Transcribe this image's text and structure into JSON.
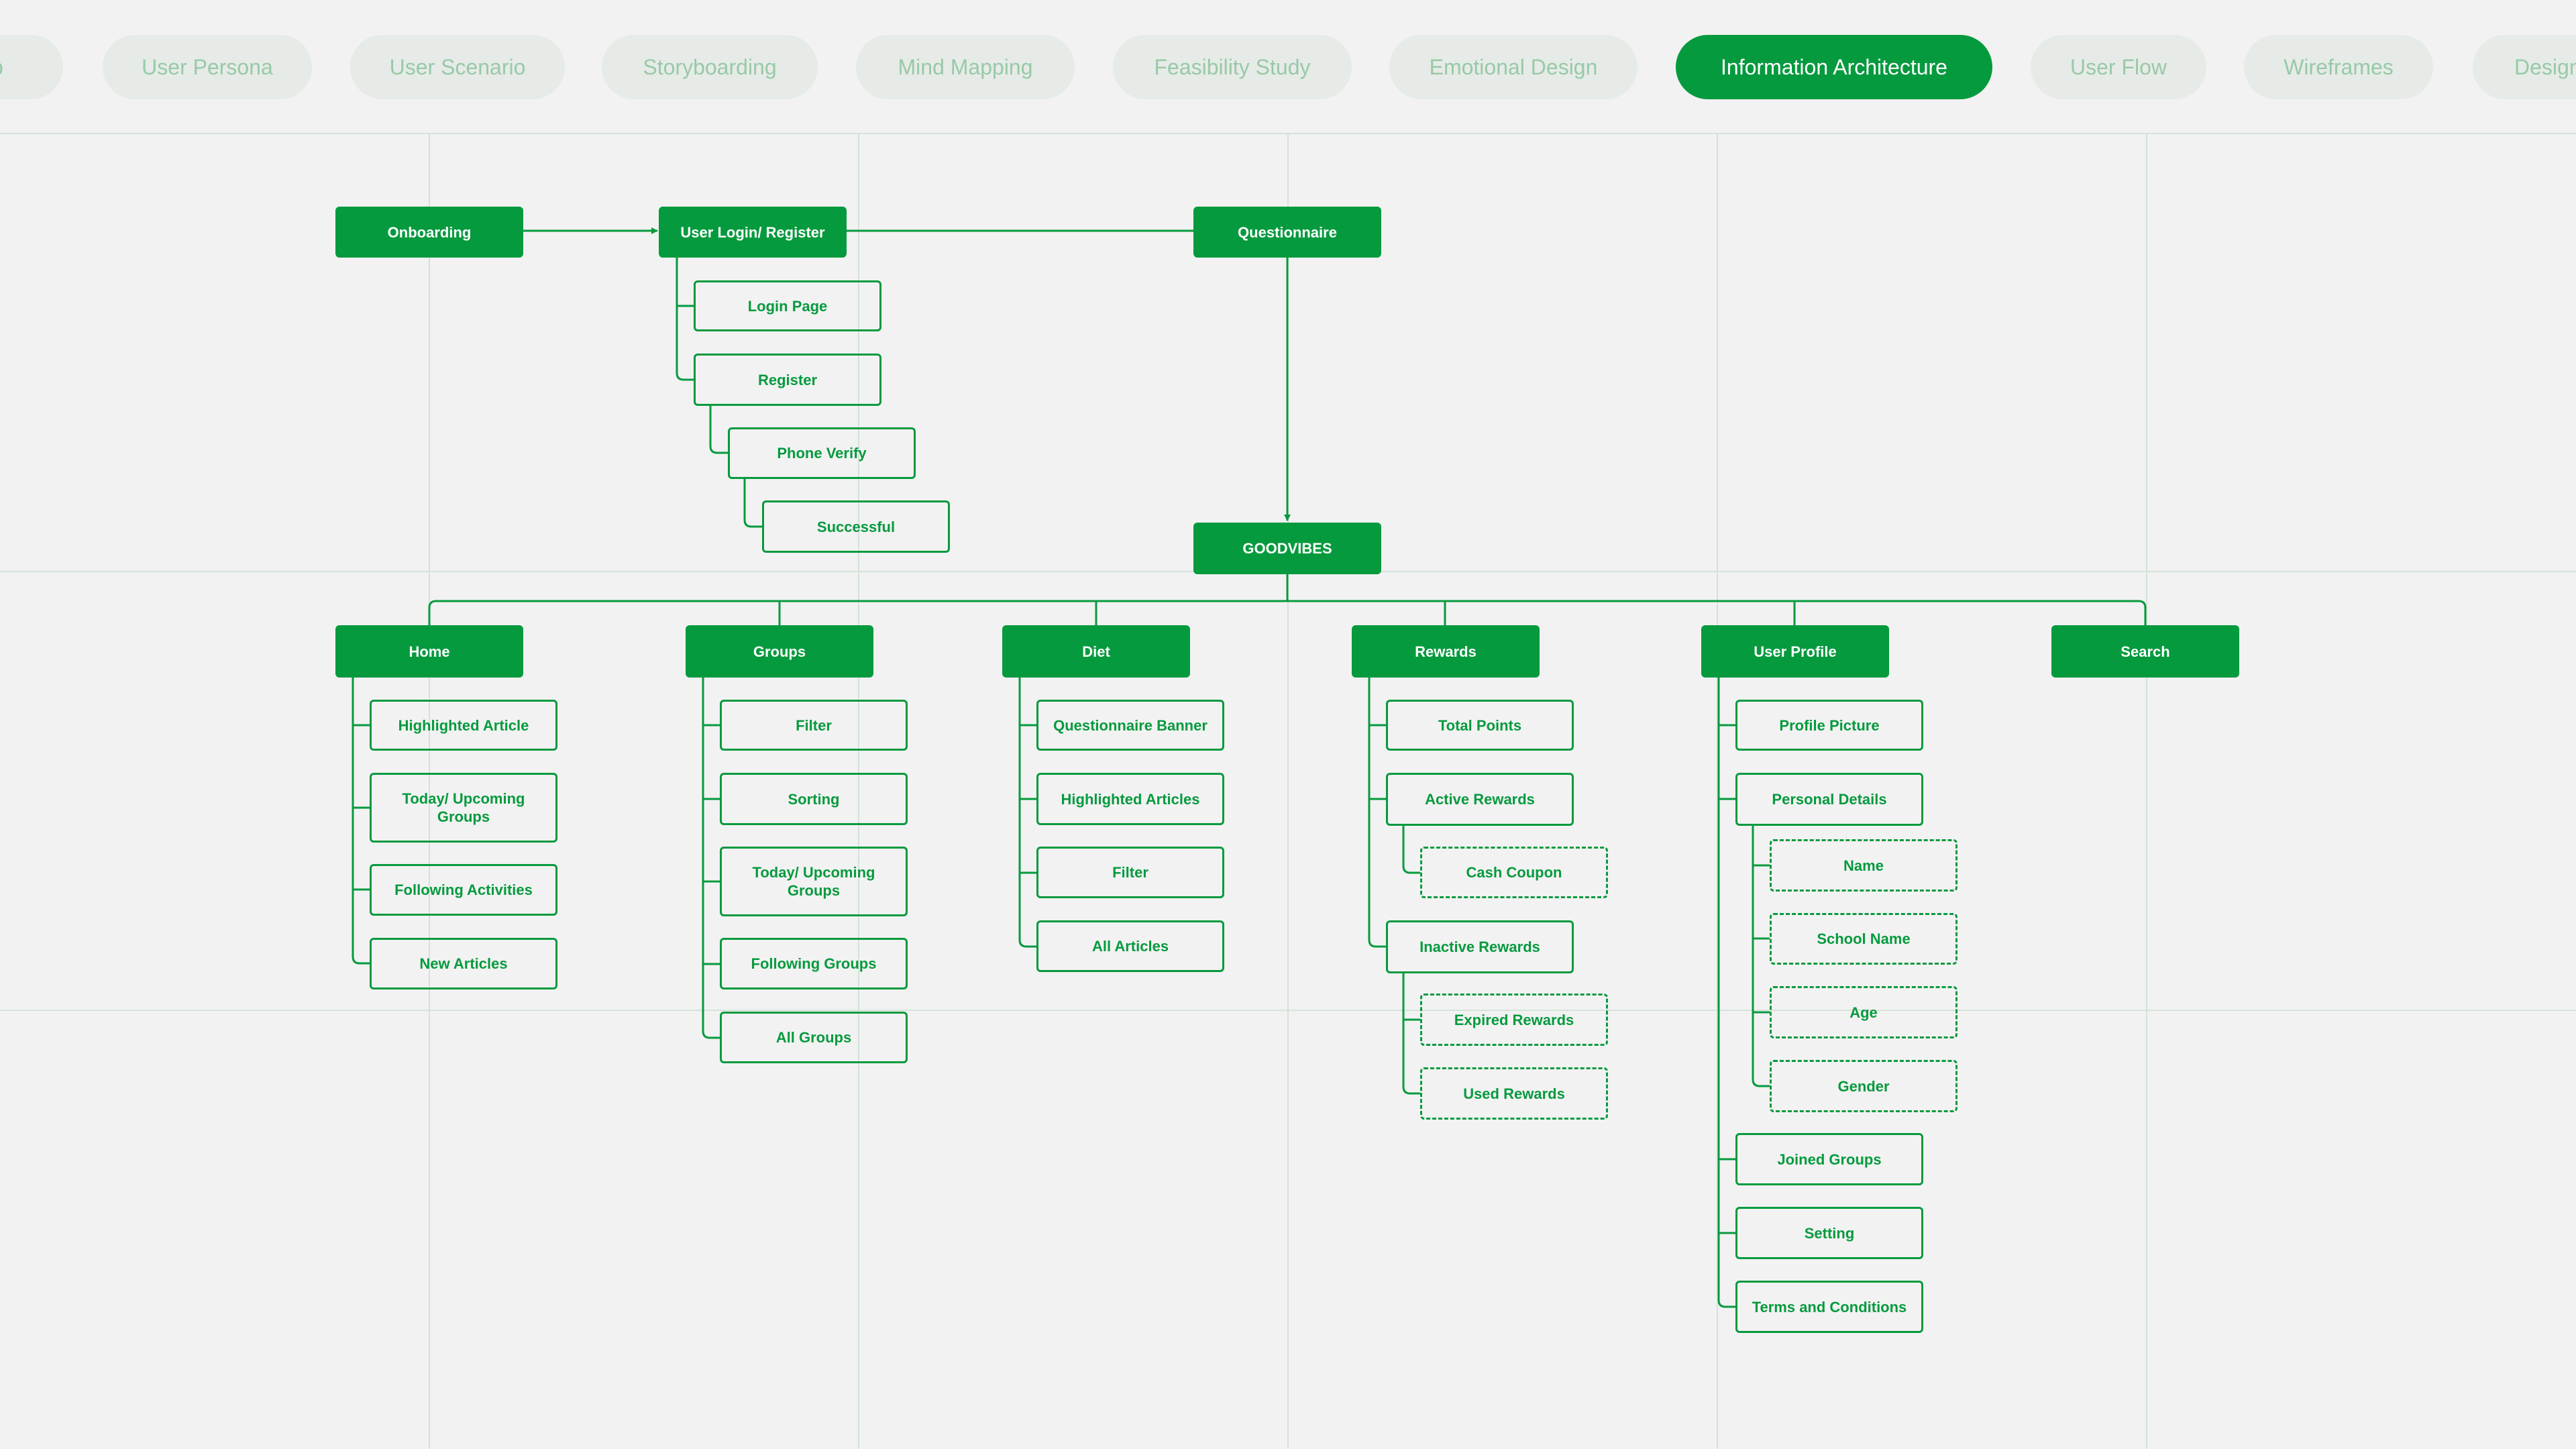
{
  "tabs": [
    {
      "label": "ap"
    },
    {
      "label": "User Persona"
    },
    {
      "label": "User Scenario"
    },
    {
      "label": "Storyboarding"
    },
    {
      "label": "Mind Mapping"
    },
    {
      "label": "Feasibility Study"
    },
    {
      "label": "Emotional Design"
    },
    {
      "label": "Information Architecture",
      "active": true
    },
    {
      "label": "User Flow"
    },
    {
      "label": "Wireframes"
    },
    {
      "label": "Design"
    }
  ],
  "colors": {
    "accent": "#069a3e",
    "background": "#f2f2f2",
    "tab_inactive_bg": "#e6ebe7",
    "tab_inactive_text": "#98c9a7",
    "gridline": "#d4e3d8"
  },
  "diagram": {
    "onboarding": "Onboarding",
    "login_register": {
      "label": "User Login/ Register",
      "login_page": "Login Page",
      "register": "Register",
      "phone_verify": "Phone Verify",
      "successful": "Successful"
    },
    "questionnaire": "Questionnaire",
    "root": "GOODVIBES",
    "home": {
      "label": "Home",
      "items": [
        "Highlighted Article",
        "Today/ Upcoming Groups",
        "Following Activities",
        "New Articles"
      ]
    },
    "groups": {
      "label": "Groups",
      "items": [
        "Filter",
        "Sorting",
        "Today/ Upcoming Groups",
        "Following Groups",
        "All Groups"
      ]
    },
    "diet": {
      "label": "Diet",
      "items": [
        "Questionnaire Banner",
        "Highlighted Articles",
        "Filter",
        "All Articles"
      ]
    },
    "rewards": {
      "label": "Rewards",
      "total_points": "Total Points",
      "active_rewards": "Active Rewards",
      "cash_coupon": "Cash Coupon",
      "inactive_rewards": "Inactive Rewards",
      "expired_rewards": "Expired Rewards",
      "used_rewards": "Used Rewards"
    },
    "user_profile": {
      "label": "User Profile",
      "profile_picture": "Profile Picture",
      "personal_details": "Personal Details",
      "name": "Name",
      "school_name": "School Name",
      "age": "Age",
      "gender": "Gender",
      "joined_groups": "Joined Groups",
      "setting": "Setting",
      "terms": "Terms and Conditions"
    },
    "search": "Search"
  }
}
